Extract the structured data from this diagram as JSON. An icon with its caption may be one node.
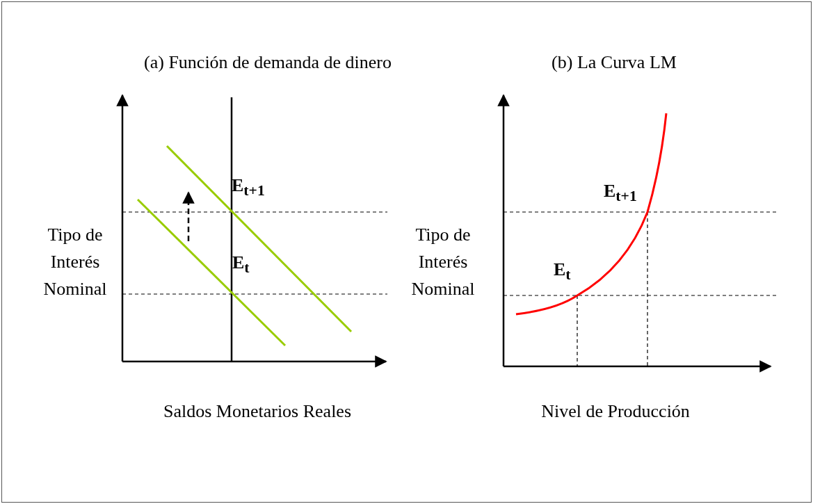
{
  "diagram": {
    "labels": [
      "(a) Función de demanda  de dinero",
      "(b) La Curva LM",
      "E$_{t+1}$",
      "E$_{t+1}$",
      "Tipo de Interés Nominal",
      "Tipo de Interés Nominal",
      "E$_{t}$",
      "E$_{t}$",
      "Saldos Monetarios Reales",
      "Nivel de Producción"
    ]
  }
}
